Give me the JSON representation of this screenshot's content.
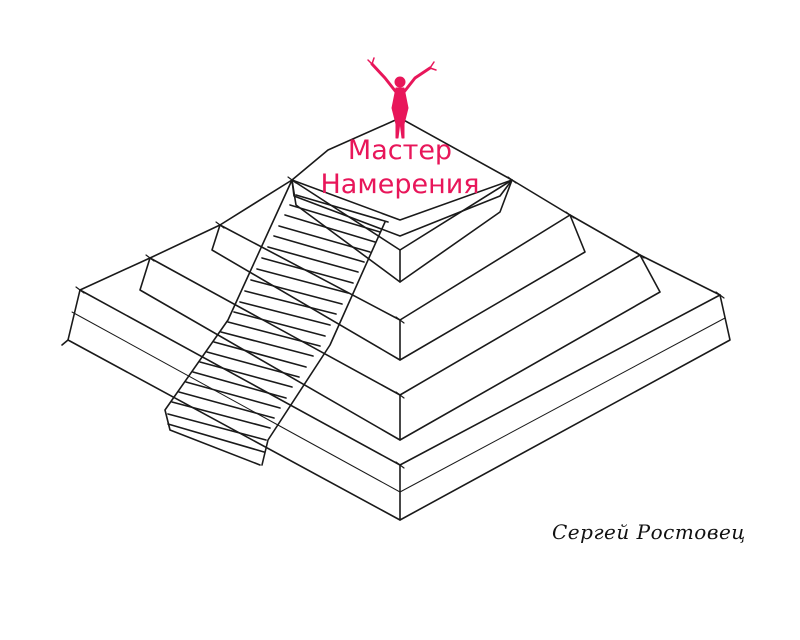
{
  "title": {
    "line1": "Мастер",
    "line2": "Намерения"
  },
  "signature": "Сергей Ростовец",
  "figure_icon": "raised-arms-figure-icon",
  "colors": {
    "accent": "#e8165a",
    "ink": "#1a1a1a",
    "background": "#ffffff"
  }
}
